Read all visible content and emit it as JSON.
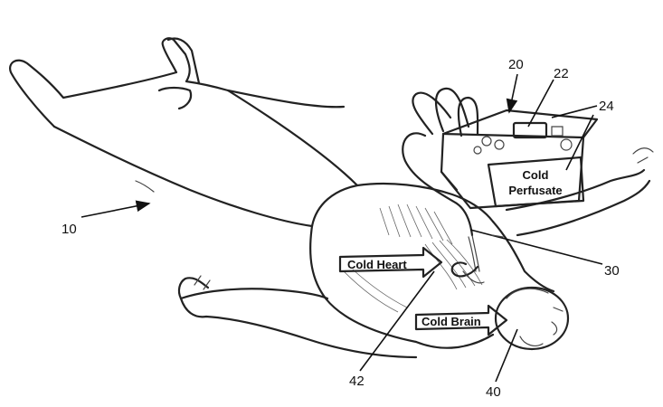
{
  "reference_numerals": {
    "patient": "10",
    "system": "20",
    "control_panel": "22",
    "reservoir": "24",
    "catheter": "30",
    "brain_target": "40",
    "heart_target": "42"
  },
  "callouts": {
    "perfusate_line1": "Cold",
    "perfusate_line2": "Perfusate",
    "heart": "Cold Heart",
    "brain": "Cold Brain"
  }
}
